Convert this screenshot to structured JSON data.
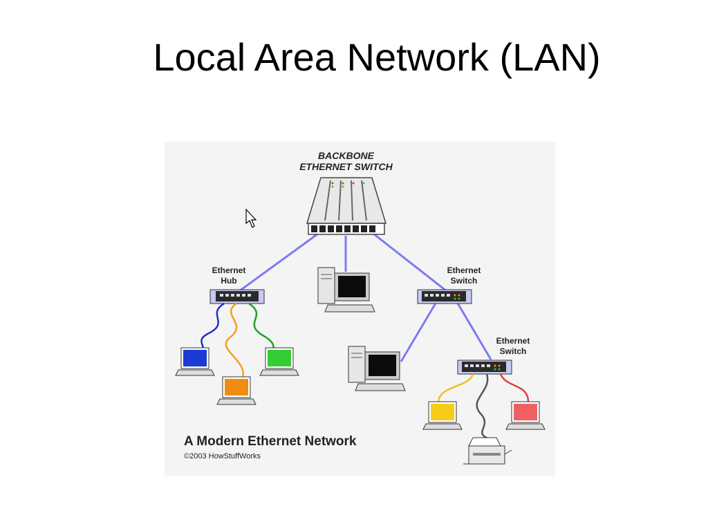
{
  "slide": {
    "title": "Local Area Network (LAN)"
  },
  "diagram": {
    "backbone_label_1": "BACKBONE",
    "backbone_label_2": "ETHERNET SWITCH",
    "hub_label_1": "Ethernet",
    "hub_label_2": "Hub",
    "switch1_label_1": "Ethernet",
    "switch1_label_2": "Switch",
    "switch2_label_1": "Ethernet",
    "switch2_label_2": "Switch",
    "caption": "A Modern Ethernet Network",
    "credit": "©2003 HowStuffWorks",
    "colors": {
      "backbone_link": "#7b7bf0",
      "cable_blue": "#1f2fd0",
      "cable_orange": "#f0a020",
      "cable_green": "#22a022",
      "cable_yellow": "#f0c020",
      "cable_gray": "#555555",
      "cable_red": "#e04040",
      "laptop_blue": "#1a3bd6",
      "laptop_orange": "#f08c10",
      "laptop_green": "#33cc33",
      "laptop_yellow": "#f5cc1a",
      "laptop_red": "#f06060"
    },
    "icons": [
      "backbone-switch-icon",
      "hub-icon",
      "switch-icon",
      "desktop-computer-icon",
      "laptop-icon",
      "printer-icon",
      "mouse-pointer-icon"
    ]
  }
}
